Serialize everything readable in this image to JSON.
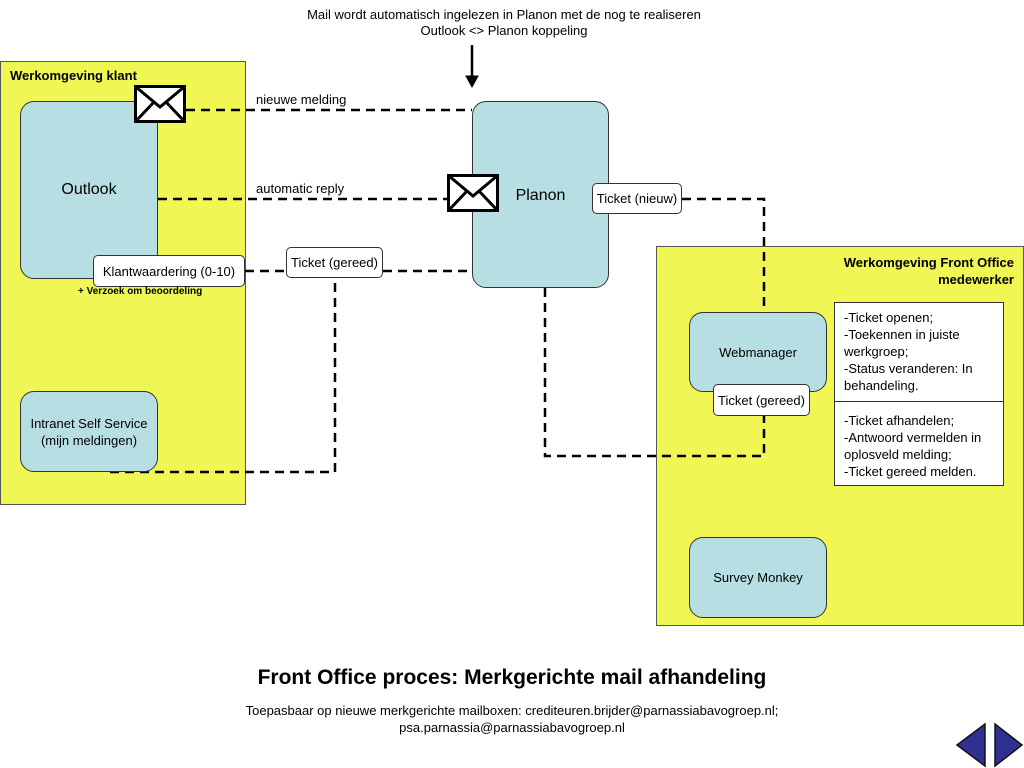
{
  "header": {
    "note_line1": "Mail wordt automatisch ingelezen in Planon met de nog te realiseren",
    "note_line2": "Outlook <> Planon koppeling"
  },
  "zones": {
    "klant_title": "Werkomgeving klant",
    "front_office_title_line1": "Werkomgeving Front Office",
    "front_office_title_line2": "medewerker"
  },
  "nodes": {
    "outlook": "Outlook",
    "planon": "Planon",
    "intranet_line1": "Intranet Self Service",
    "intranet_line2": "(mijn meldingen)",
    "webmanager": "Webmanager",
    "survey_monkey": "Survey Monkey"
  },
  "labels": {
    "klantwaardering": "Klantwaardering (0-10)",
    "verzoek": "+ Verzoek om beoordeling",
    "ticket_nieuw": "Ticket (nieuw)",
    "ticket_gereed_left": "Ticket (gereed)",
    "ticket_gereed_right": "Ticket (gereed)"
  },
  "edges": {
    "nieuwe_melding": "nieuwe melding",
    "automatic_reply": "automatic reply"
  },
  "notes": {
    "top": "-Ticket openen;\n-Toekennen in juiste werkgroep;\n-Status veranderen: In behandeling.",
    "bottom": "-Ticket afhandelen;\n-Antwoord vermelden in oplosveld melding;\n-Ticket gereed melden."
  },
  "footer": {
    "title": "Front Office proces: Merkgerichte mail afhandeling",
    "subtitle_line1": "Toepasbaar op nieuwe merkgerichte mailboxen: crediteuren.brijder@parnassiabavogroep.nl;",
    "subtitle_line2": "psa.parnassia@parnassiabavogroep.nl"
  },
  "navigation": {
    "prev_icon": "triangle-left-icon",
    "next_icon": "triangle-right-icon",
    "color": "#2e3192"
  },
  "colors": {
    "zone": "#f0f755",
    "node": "#b7dfe3"
  }
}
